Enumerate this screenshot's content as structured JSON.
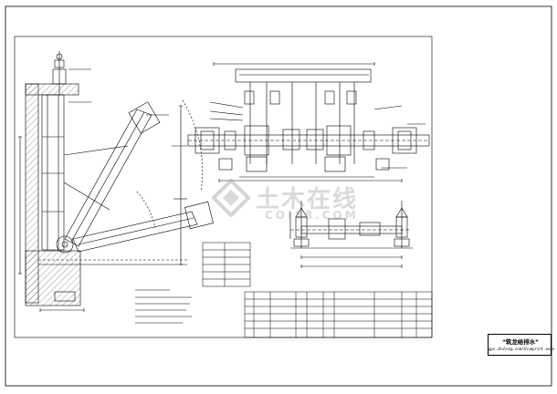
{
  "watermark": {
    "brand_cn": "土木在线",
    "brand_en": "COI88.COM",
    "logo_icon": "watermark-logo-icon"
  },
  "stamp": {
    "title": "*筑龙给排水*",
    "url": "gps.zhulong.com/blueprint.aspx"
  },
  "colors": {
    "line": "#000000",
    "hatch": "#555555",
    "watermark": "#969696",
    "paper": "#ffffff"
  }
}
